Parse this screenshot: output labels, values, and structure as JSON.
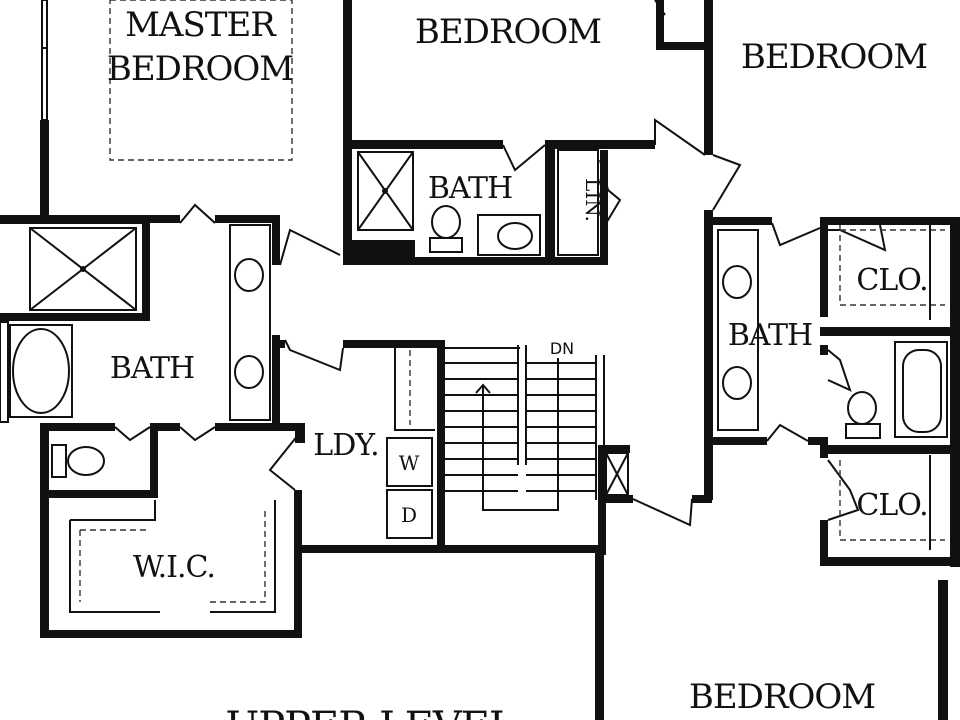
{
  "plan": {
    "title": "UPPER LEVEL",
    "rooms": {
      "master_bedroom_line1": "MASTER",
      "master_bedroom_line2": "BEDROOM",
      "bedroom_top": "BEDROOM",
      "bedroom_right": "BEDROOM",
      "bedroom_bottom": "BEDROOM",
      "bath_master": "BATH",
      "bath_hall": "BATH",
      "bath_right": "BATH",
      "linen": "LIN.",
      "closet_top": "CLO.",
      "closet_bottom": "CLO.",
      "laundry": "LDY.",
      "walk_in_closet": "W.I.C.",
      "stairs_direction": "DN",
      "washer": "W",
      "dryer": "D"
    }
  }
}
